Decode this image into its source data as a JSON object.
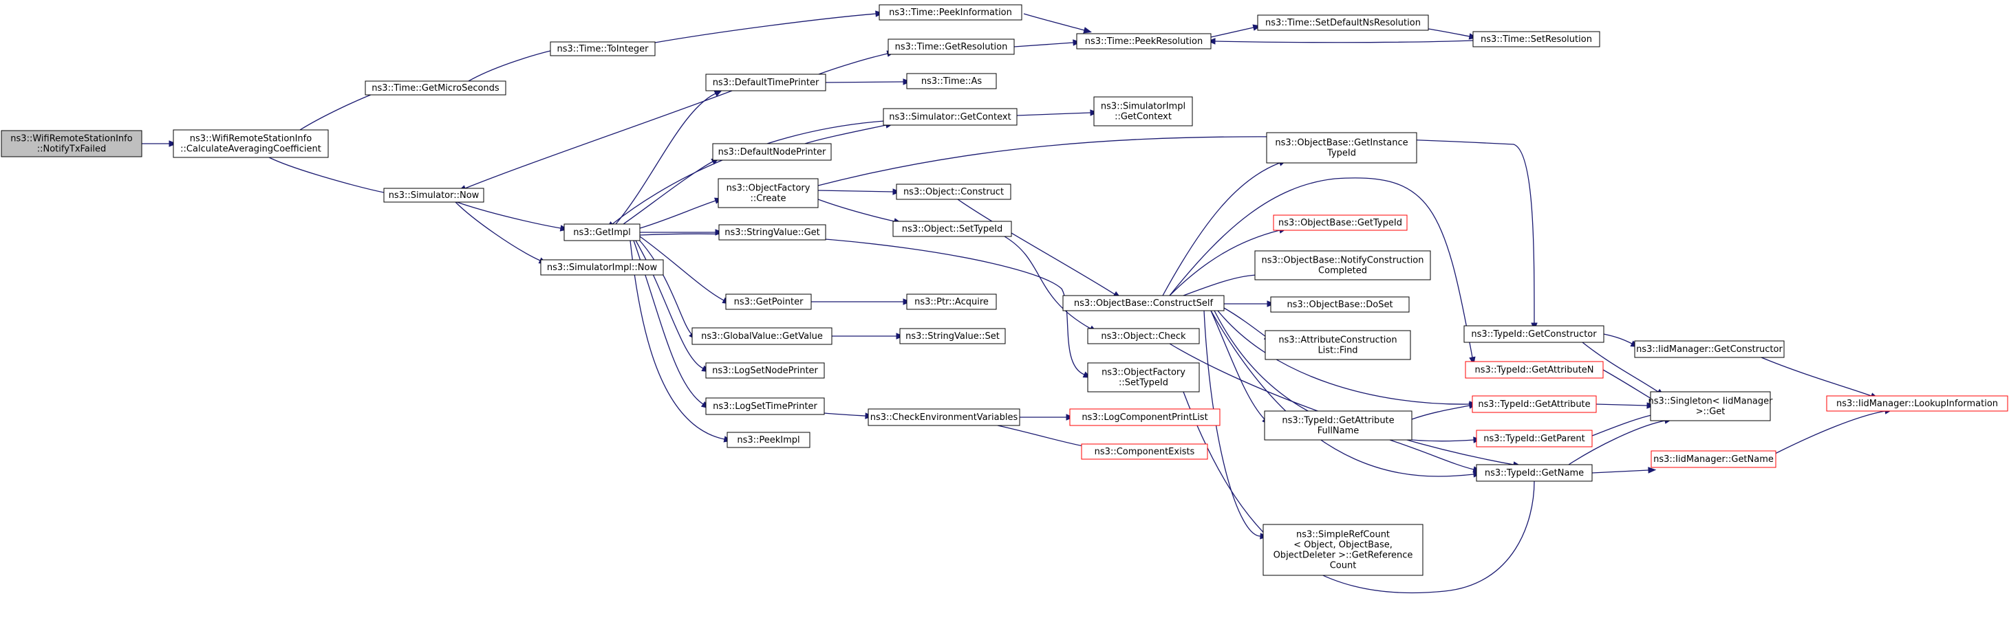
{
  "graph": {
    "nodes": [
      {
        "id": "root",
        "lines": [
          "ns3::WifiRemoteStationInfo",
          "::NotifyTxFailed"
        ],
        "root": true
      },
      {
        "id": "calc",
        "lines": [
          "ns3::WifiRemoteStationInfo",
          "::CalculateAveragingCoefficient"
        ]
      },
      {
        "id": "micro",
        "lines": [
          "ns3::Time::GetMicroSeconds"
        ]
      },
      {
        "id": "now",
        "lines": [
          "ns3::Simulator::Now"
        ]
      },
      {
        "id": "toint",
        "lines": [
          "ns3::Time::ToInteger"
        ]
      },
      {
        "id": "peekinfo",
        "lines": [
          "ns3::Time::PeekInformation"
        ]
      },
      {
        "id": "peekres",
        "lines": [
          "ns3::Time::PeekResolution"
        ]
      },
      {
        "id": "setdef",
        "lines": [
          "ns3::Time::SetDefaultNsResolution"
        ]
      },
      {
        "id": "setres",
        "lines": [
          "ns3::Time::SetResolution"
        ]
      },
      {
        "id": "getres",
        "lines": [
          "ns3::Time::GetResolution"
        ]
      },
      {
        "id": "deftp",
        "lines": [
          "ns3::DefaultTimePrinter"
        ]
      },
      {
        "id": "as",
        "lines": [
          "ns3::Time::As"
        ]
      },
      {
        "id": "getctx",
        "lines": [
          "ns3::Simulator::GetContext"
        ]
      },
      {
        "id": "simctx",
        "lines": [
          "ns3::SimulatorImpl",
          "::GetContext"
        ]
      },
      {
        "id": "defnp",
        "lines": [
          "ns3::DefaultNodePrinter"
        ]
      },
      {
        "id": "objfac",
        "lines": [
          "ns3::ObjectFactory",
          "::Create"
        ]
      },
      {
        "id": "getimpl",
        "lines": [
          "ns3::GetImpl"
        ]
      },
      {
        "id": "simimplnow",
        "lines": [
          "ns3::SimulatorImpl::Now"
        ]
      },
      {
        "id": "objcons",
        "lines": [
          "ns3::Object::Construct"
        ]
      },
      {
        "id": "strget",
        "lines": [
          "ns3::StringValue::Get"
        ]
      },
      {
        "id": "settypeid",
        "lines": [
          "ns3::Object::SetTypeId"
        ]
      },
      {
        "id": "getptr",
        "lines": [
          "ns3::GetPointer"
        ]
      },
      {
        "id": "ptracq",
        "lines": [
          "ns3::Ptr::Acquire"
        ]
      },
      {
        "id": "gvget",
        "lines": [
          "ns3::GlobalValue::GetValue"
        ]
      },
      {
        "id": "strset",
        "lines": [
          "ns3::StringValue::Set"
        ]
      },
      {
        "id": "lognp",
        "lines": [
          "ns3::LogSetNodePrinter"
        ]
      },
      {
        "id": "logtp",
        "lines": [
          "ns3::LogSetTimePrinter"
        ]
      },
      {
        "id": "peekimpl",
        "lines": [
          "ns3::PeekImpl"
        ]
      },
      {
        "id": "checkenv",
        "lines": [
          "ns3::CheckEnvironmentVariables"
        ]
      },
      {
        "id": "logcpl",
        "lines": [
          "ns3::LogComponentPrintList"
        ],
        "trunc": true
      },
      {
        "id": "compex",
        "lines": [
          "ns3::ComponentExists"
        ],
        "trunc": true
      },
      {
        "id": "conself",
        "lines": [
          "ns3::ObjectBase::ConstructSelf"
        ]
      },
      {
        "id": "objcheck",
        "lines": [
          "ns3::Object::Check"
        ]
      },
      {
        "id": "ofset",
        "lines": [
          "ns3::ObjectFactory",
          "::SetTypeId"
        ]
      },
      {
        "id": "obgit",
        "lines": [
          "ns3::ObjectBase::GetInstance",
          "TypeId"
        ]
      },
      {
        "id": "obgtid",
        "lines": [
          "ns3::ObjectBase::GetTypeId"
        ],
        "trunc": true
      },
      {
        "id": "obncc",
        "lines": [
          "ns3::ObjectBase::NotifyConstruction",
          "Completed"
        ]
      },
      {
        "id": "obdoset",
        "lines": [
          "ns3::ObjectBase::DoSet"
        ]
      },
      {
        "id": "acfind",
        "lines": [
          "ns3::AttributeConstruction",
          "List::Find"
        ]
      },
      {
        "id": "tgafn",
        "lines": [
          "ns3::TypeId::GetAttribute",
          "FullName"
        ]
      },
      {
        "id": "srcgr",
        "lines": [
          "ns3::SimpleRefCount",
          "< Object, ObjectBase,",
          " ObjectDeleter >::GetReference",
          "Count"
        ]
      },
      {
        "id": "tgcons",
        "lines": [
          "ns3::TypeId::GetConstructor"
        ]
      },
      {
        "id": "tgan",
        "lines": [
          "ns3::TypeId::GetAttributeN"
        ],
        "trunc": true
      },
      {
        "id": "tga",
        "lines": [
          "ns3::TypeId::GetAttribute"
        ],
        "trunc": true
      },
      {
        "id": "tgp",
        "lines": [
          "ns3::TypeId::GetParent"
        ],
        "trunc": true
      },
      {
        "id": "tgn",
        "lines": [
          "ns3::TypeId::GetName"
        ]
      },
      {
        "id": "imgc",
        "lines": [
          "ns3::IidManager::GetConstructor"
        ]
      },
      {
        "id": "singget",
        "lines": [
          "ns3::Singleton< IidManager",
          " >::Get"
        ]
      },
      {
        "id": "imgn",
        "lines": [
          "ns3::IidManager::GetName"
        ],
        "trunc": true
      },
      {
        "id": "imli",
        "lines": [
          "ns3::IidManager::LookupInformation"
        ],
        "trunc": true
      }
    ]
  }
}
